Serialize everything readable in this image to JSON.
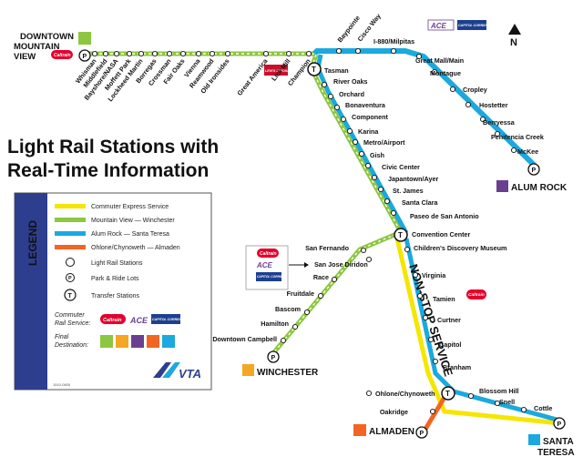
{
  "title": {
    "line1": "Light Rail Stations with",
    "line2": "Real-Time Information"
  },
  "north": "N",
  "colors": {
    "express": "#f5e600",
    "mv_winchester": "#8dc63f",
    "alum_santa": "#1ba9de",
    "ohlone": "#f26522",
    "legend_bar": "#2d3e8f",
    "park_ride": "#f58220"
  },
  "terminals": {
    "downtown_mv": {
      "line1": "DOWNTOWN",
      "line2": "MOUNTAIN",
      "line3": "VIEW"
    },
    "alum_rock": "ALUM ROCK",
    "winchester": "WINCHESTER",
    "almaden": "ALMADEN",
    "santa_teresa": {
      "line1": "SANTA",
      "line2": "TERESA"
    }
  },
  "stations": {
    "mv_line": [
      "Whisman",
      "Middlefield",
      "Bayshore/NASA",
      "Moffett Park",
      "Lockheed Martin",
      "Borregas",
      "Crossman",
      "Fair Oaks",
      "Vienna",
      "Reamwood",
      "Old Ironsides",
      "Great America",
      "Lick Mill",
      "Champion"
    ],
    "alum_line": [
      "Baypointe",
      "Cisco Way",
      "I-880/Milpitas",
      "Great Mall/Main",
      "Montague",
      "Cropley",
      "Hostetter",
      "Berryessa",
      "Penitencia Creek",
      "McKee"
    ],
    "trunk": [
      "Tasman",
      "River Oaks",
      "Orchard",
      "Bonaventura",
      "Component",
      "Karina",
      "Metro/Airport",
      "Gish",
      "Civic Center",
      "Japantown/Ayer",
      "St. James",
      "Santa Clara",
      "Paseo de San Antonio",
      "Convention Center",
      "Children's Discovery Museum"
    ],
    "winchester_line": [
      "San Fernando",
      "San Jose Diridon",
      "Race",
      "Fruitdale",
      "Bascom",
      "Hamilton",
      "Downtown Campbell"
    ],
    "south_line": [
      "Virginia",
      "Tamien",
      "Curtner",
      "Capitol",
      "Branham"
    ],
    "almaden_line": [
      "Ohlone/Chynoweth",
      "Oakridge"
    ],
    "santa_line": [
      "Blossom Hill",
      "Snell",
      "Cottle"
    ]
  },
  "non_stop": "NON-STOP SERVICE",
  "legend": {
    "heading": "LEGEND",
    "lines": [
      "Commuter Express Service",
      "Mountain View — Winchester",
      "Alum Rock — Santa Teresa",
      "Ohlone/Chynoweth — Almaden"
    ],
    "symbols": [
      "Light Rail Stations",
      "Park & Ride Lots",
      "Transfer Stations"
    ],
    "commuter_label": {
      "line1": "Commuter",
      "line2": "Rail Service:"
    },
    "final_label": {
      "line1": "Final",
      "line2": "Destination:"
    },
    "code": "1510-0605",
    "logo": "VTA"
  },
  "badges": {
    "caltrain": "Caltrain",
    "ace": "ACE",
    "capitol": "CAPITOL CORRIDOR",
    "levis": "LEVI'S STADIUM"
  },
  "symbol_glyphs": {
    "park": "P",
    "transfer": "T"
  }
}
